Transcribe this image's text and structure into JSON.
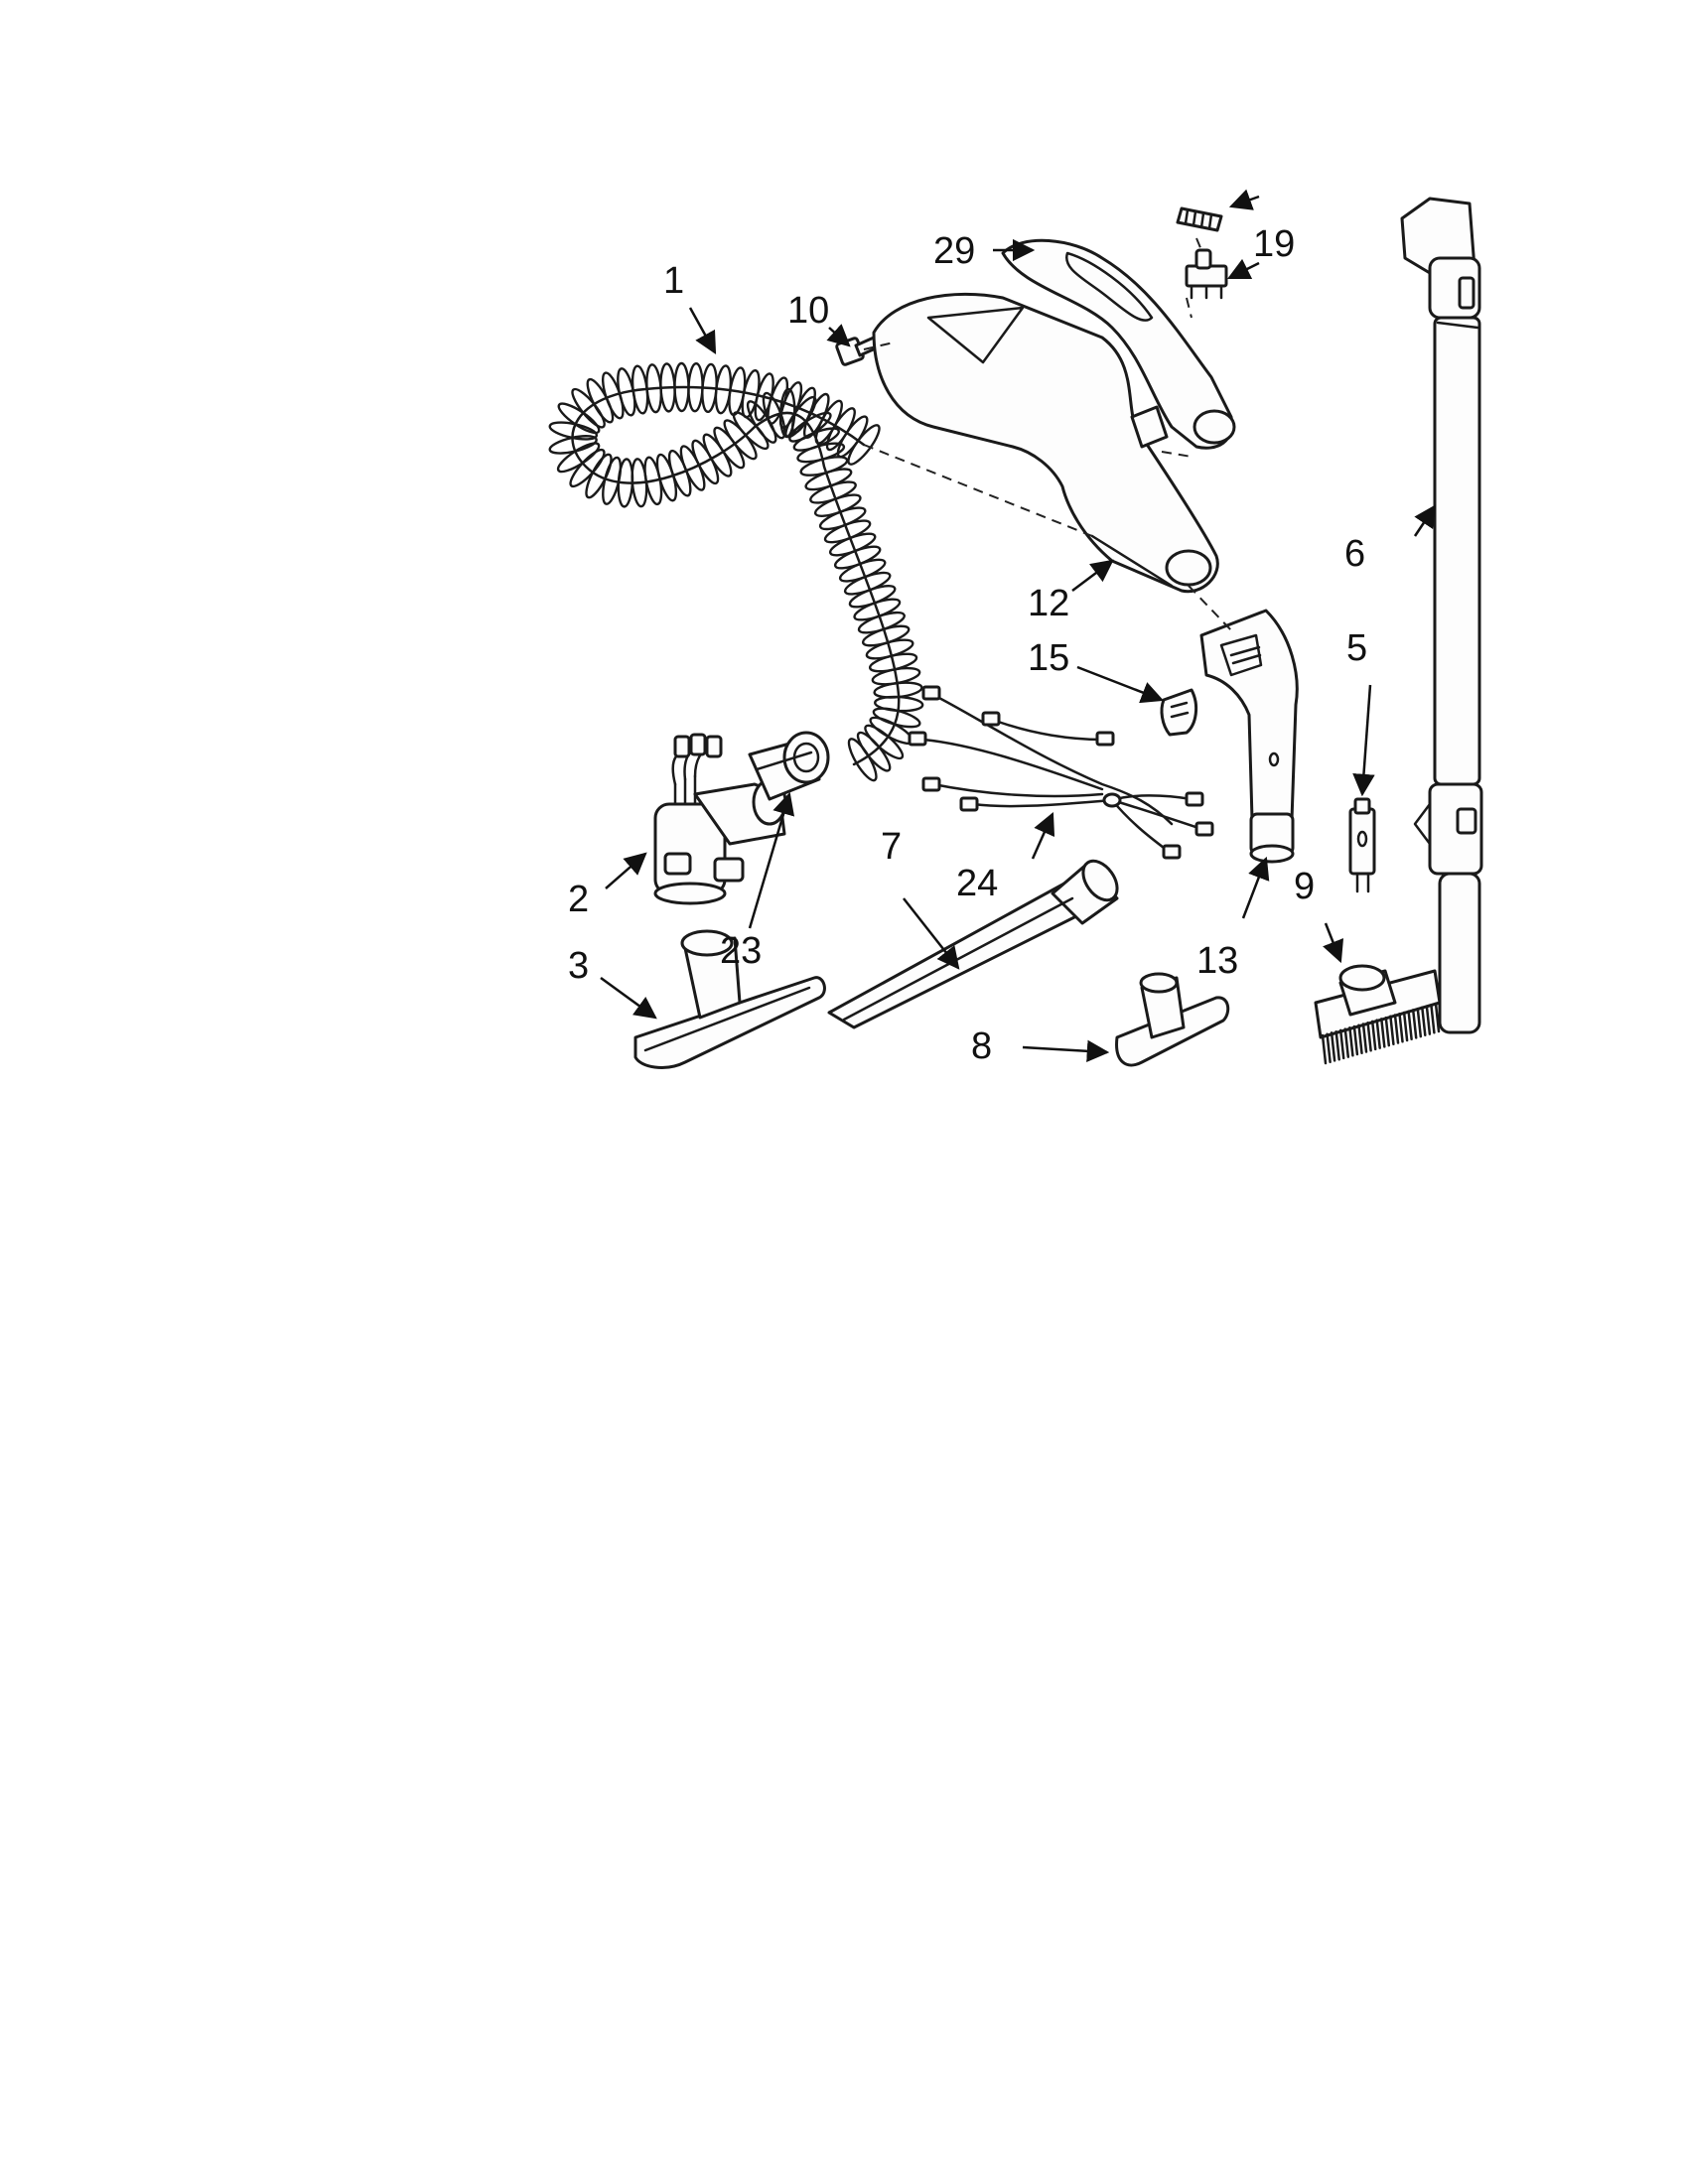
{
  "callouts": [
    {
      "id": "p1",
      "label": "1"
    },
    {
      "id": "p2",
      "label": "2"
    },
    {
      "id": "p3",
      "label": "3"
    },
    {
      "id": "p5",
      "label": "5"
    },
    {
      "id": "p6",
      "label": "6"
    },
    {
      "id": "p7",
      "label": "7"
    },
    {
      "id": "p8",
      "label": "8"
    },
    {
      "id": "p9",
      "label": "9"
    },
    {
      "id": "p10",
      "label": "10"
    },
    {
      "id": "p12",
      "label": "12"
    },
    {
      "id": "p13",
      "label": "13"
    },
    {
      "id": "p15",
      "label": "15"
    },
    {
      "id": "p19",
      "label": "19"
    },
    {
      "id": "p23",
      "label": "23"
    },
    {
      "id": "p24",
      "label": "24"
    },
    {
      "id": "p29",
      "label": "29"
    }
  ]
}
